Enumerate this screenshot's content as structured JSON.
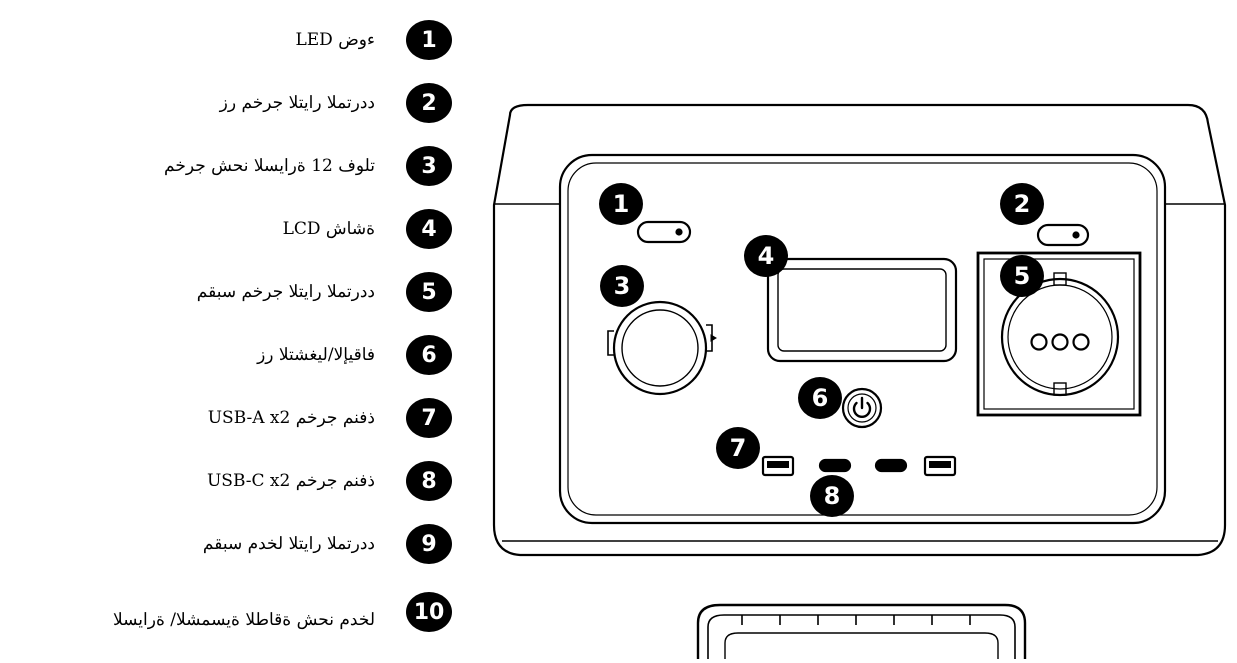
{
  "legend": [
    {
      "num": "1",
      "label": "ءوض LED"
    },
    {
      "num": "2",
      "label": "ددرتملا رايتلا جرخم رز"
    },
    {
      "num": "3",
      "label": "تلوف 12 ةرايسلا نحش جرخم"
    },
    {
      "num": "4",
      "label": "ةشاش LCD"
    },
    {
      "num": "5",
      "label": "ددرتملا رايتلا جرخم سبقم"
    },
    {
      "num": "6",
      "label": "فاقيإلا/ليغشتلا رز"
    },
    {
      "num": "7",
      "label": "ذفنم جرخم USB-A x2"
    },
    {
      "num": "8",
      "label": "ذفنم جرخم USB-C x2"
    },
    {
      "num": "9",
      "label": "ددرتملا رايتلا لخدم سبقم"
    },
    {
      "num": "10",
      "label": "لخدم نحش ةقاطلا ةيسمشلا/ ةرايسلا"
    }
  ],
  "device_callouts": [
    "1",
    "2",
    "3",
    "4",
    "5",
    "6",
    "7",
    "8"
  ],
  "icons": {
    "power": "power-icon"
  },
  "colors": {
    "ink": "#000000",
    "badge_text": "#ffffff",
    "panel": "#ffffff"
  }
}
